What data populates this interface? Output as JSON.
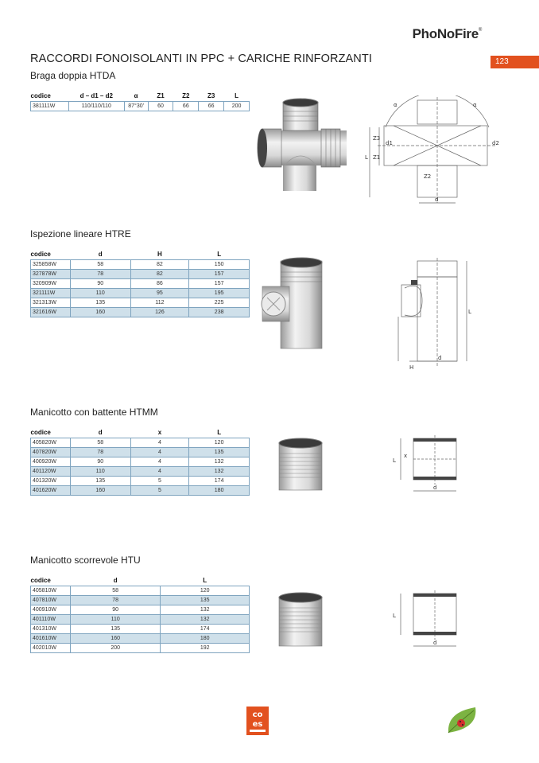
{
  "header": {
    "brand": "PhoNoFire",
    "brand_mark": "®",
    "page_number": "123"
  },
  "title": "RACCORDI FONOISOLANTI IN PPC + CARICHE RINFORZANTI",
  "subtitle": "Braga doppia HTDA",
  "sections": {
    "htda": {
      "headers": [
        "codice",
        "d – d1 – d2",
        "α",
        "Z1",
        "Z2",
        "Z3",
        "L"
      ],
      "rows": [
        [
          "381111W",
          "110/110/110",
          "87°30'",
          "60",
          "66",
          "66",
          "200"
        ]
      ],
      "drawing_labels": {
        "alpha": "α",
        "z1": "Z1",
        "z2": "Z2",
        "z3": "Z3",
        "d": "d",
        "d1": "d1",
        "d2": "d2",
        "L": "L"
      }
    },
    "htre": {
      "title": "Ispezione lineare HTRE",
      "headers": [
        "codice",
        "d",
        "H",
        "L"
      ],
      "rows": [
        [
          "325858W",
          "58",
          "82",
          "150"
        ],
        [
          "327878W",
          "78",
          "82",
          "157"
        ],
        [
          "320909W",
          "90",
          "86",
          "157"
        ],
        [
          "321111W",
          "110",
          "95",
          "195"
        ],
        [
          "321313W",
          "135",
          "112",
          "225"
        ],
        [
          "321616W",
          "160",
          "126",
          "238"
        ]
      ],
      "drawing_labels": {
        "L": "L",
        "H": "H",
        "d": "d"
      }
    },
    "htmm": {
      "title": "Manicotto con battente HTMM",
      "headers": [
        "codice",
        "d",
        "x",
        "L"
      ],
      "rows": [
        [
          "405820W",
          "58",
          "4",
          "120"
        ],
        [
          "407820W",
          "78",
          "4",
          "135"
        ],
        [
          "400920W",
          "90",
          "4",
          "132"
        ],
        [
          "401120W",
          "110",
          "4",
          "132"
        ],
        [
          "401320W",
          "135",
          "5",
          "174"
        ],
        [
          "401620W",
          "160",
          "5",
          "180"
        ]
      ],
      "drawing_labels": {
        "L": "L",
        "x": "x",
        "d": "d"
      }
    },
    "htu": {
      "title": "Manicotto scorrevole HTU",
      "headers": [
        "codice",
        "d",
        "L"
      ],
      "rows": [
        [
          "405810W",
          "58",
          "120"
        ],
        [
          "407810W",
          "78",
          "135"
        ],
        [
          "400910W",
          "90",
          "132"
        ],
        [
          "401110W",
          "110",
          "132"
        ],
        [
          "401310W",
          "135",
          "174"
        ],
        [
          "401610W",
          "160",
          "180"
        ],
        [
          "402010W",
          "200",
          "192"
        ]
      ],
      "drawing_labels": {
        "L": "L",
        "d": "d"
      }
    }
  },
  "footer": {
    "coes_logo": "coes",
    "colors": {
      "accent": "#e2511f",
      "table_border": "#7fa4bf",
      "table_shade": "#cfe0ea"
    }
  }
}
